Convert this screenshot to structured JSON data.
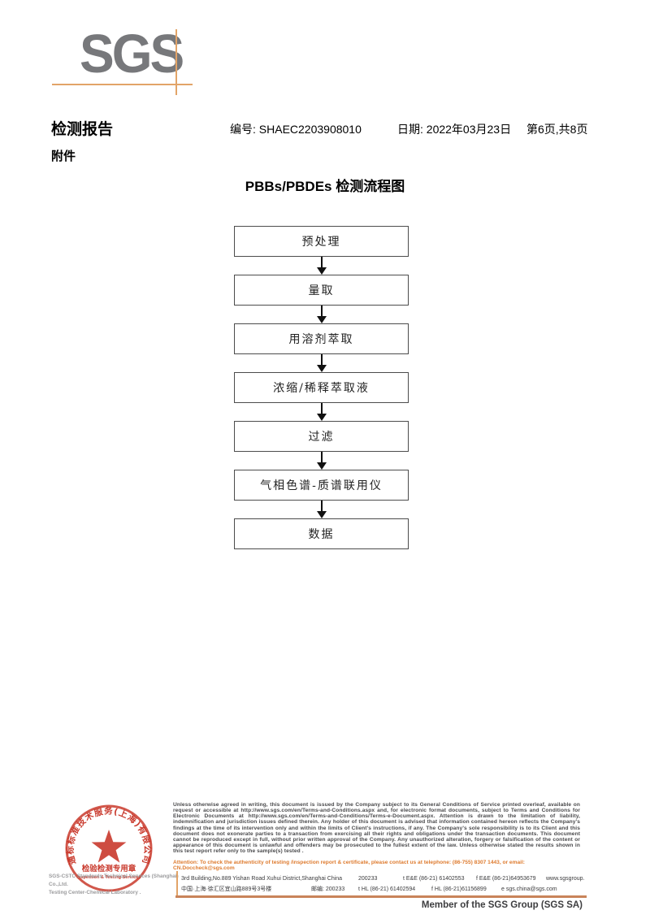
{
  "logo": {
    "text": "SGS"
  },
  "header": {
    "report_title": "检测报告",
    "report_no": "编号: SHAEC2203908010",
    "date": "日期: 2022年03月23日",
    "page_info": "第6页,共8页",
    "attachment_label": "附件"
  },
  "flowchart": {
    "title": "PBBs/PBDEs 检测流程图",
    "steps": [
      "预处理",
      "量取",
      "用溶剂萃取",
      "浓缩/稀释萃取液",
      "过滤",
      "气相色谱-质谱联用仪",
      "数据"
    ]
  },
  "stamp": {
    "arc_text": "通标标准技术服务(上海)有限公司",
    "inner_line1": "检验检测专用章",
    "inner_line2": "Inspection & Testing Services",
    "red": "#c9392c"
  },
  "footer": {
    "company_line1": "SGS-CSTC Standards Technical Services (Shanghai) Co.,Ltd.",
    "company_line2": "Testing Center-Chemical Laboratory .",
    "legal_text": "Unless otherwise agreed in writing, this document is issued by the Company subject to its General Conditions of Service printed overleaf, available on request or accessible at http://www.sgs.com/en/Terms-and-Conditions.aspx and, for electronic format documents, subject to Terms and Conditions for Electronic Documents at http://www.sgs.com/en/Terms-and-Conditions/Terms-e-Document.aspx. Attention is drawn to the limitation of liability, indemnification and jurisdiction issues defined therein. Any holder of this document is advised that information contained hereon reflects the Company's findings at the time of its intervention only and within the limits of Client's instructions, if any. The Company's sole responsibility is to its Client and this document does not exonerate parties to a transaction from exercising all their rights and obligations under the transaction documents. This document cannot be reproduced except in full, without prior written approval of the Company. Any unauthorized alteration, forgery or falsification of the content or appearance of this document is unlawful and offenders may be prosecuted to the fullest extent of the law. Unless otherwise stated the results shown in this test report refer only to the sample(s) tested .",
    "attention_text": "Attention: To check the authenticity of testing /inspection report & certificate, please contact us at telephone: (86-755) 8307 1443, or email: CN.Doccheck@sgs.com",
    "address": {
      "line1_en": "3rd Building,No.889 Yishan Road Xuhui District,Shanghai China",
      "line1_postal": "200233",
      "line1_tel": "t E&E (86-21) 61402553",
      "line1_fax": "f E&E (86-21)64953679",
      "line1_web": "www.sgsgroup.com.cn",
      "line2_cn": "中国·上海·徐汇区宜山路889号3号楼",
      "line2_postal": "邮编: 200233",
      "line2_tel": "t HL (86-21) 61402594",
      "line2_fax": "f HL (86-21)61156899",
      "line2_email": "e  sgs.china@sgs.com"
    },
    "member_text": "Member of the SGS Group (SGS SA)",
    "accent_orange": "#e2a468",
    "accent_brown": "#c9845a"
  }
}
